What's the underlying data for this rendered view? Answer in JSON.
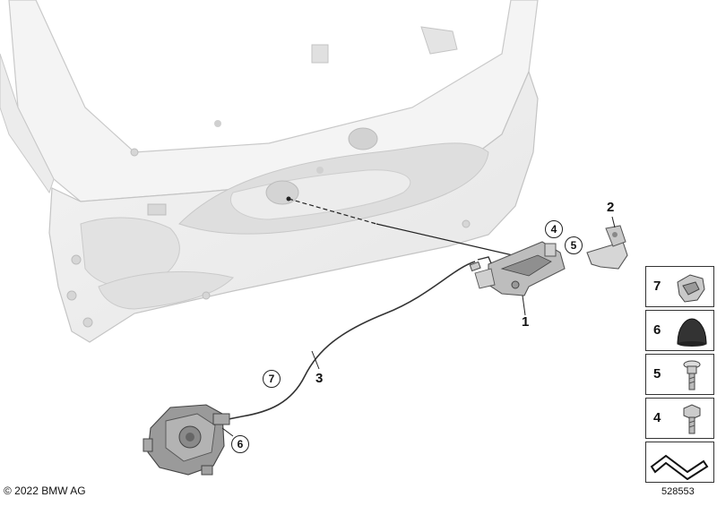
{
  "callouts": {
    "c1": "1",
    "c2": "2",
    "c3": "3",
    "c4": "4",
    "c5": "5",
    "c6": "6",
    "c7": "7"
  },
  "legend": [
    {
      "number": "7",
      "icon": "clip-icon"
    },
    {
      "number": "6",
      "icon": "rubber-buffer-icon"
    },
    {
      "number": "5",
      "icon": "collar-screw-icon"
    },
    {
      "number": "4",
      "icon": "hex-bolt-icon"
    },
    {
      "number": "",
      "icon": "seal-profile-icon"
    }
  ],
  "footer": {
    "copyright": "© 2022 BMW AG",
    "document_id": "528553"
  }
}
